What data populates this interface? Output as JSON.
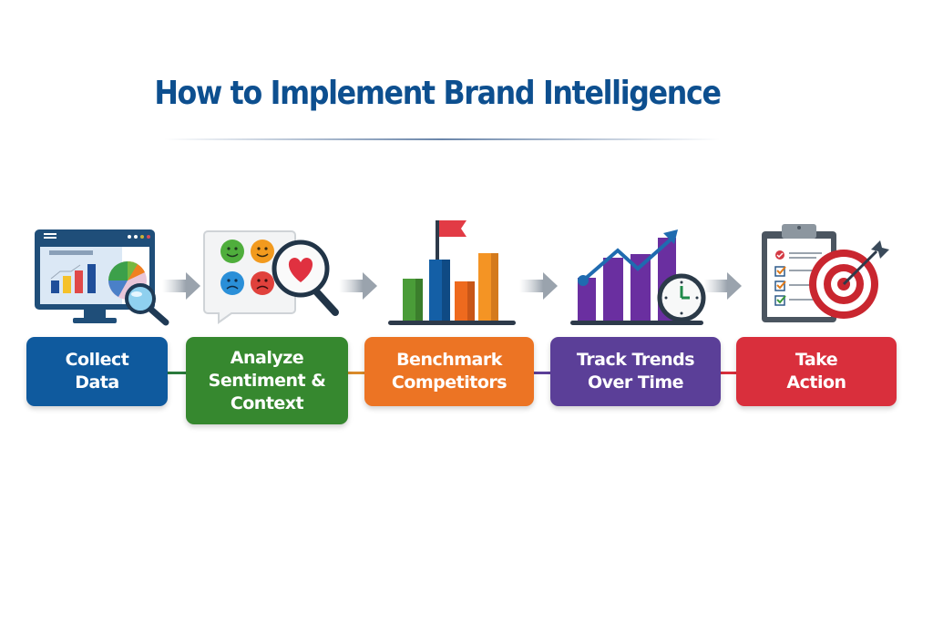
{
  "title": "How to Implement Brand Intelligence",
  "colors": {
    "title": "#0d4f8f",
    "step1": "#0f5a9e",
    "step2": "#36882f",
    "step3": "#ec7424",
    "step4": "#5b3f98",
    "step5": "#d92f3c",
    "arrow": "#9aa3ad"
  },
  "steps": [
    {
      "label_line1": "Collect",
      "label_line2": "Data",
      "label_line3": "",
      "icon": "monitor-analytics-magnifier-icon"
    },
    {
      "label_line1": "Analyze",
      "label_line2": "Sentiment &",
      "label_line3": "Context",
      "icon": "sentiment-emoji-heart-magnifier-icon"
    },
    {
      "label_line1": "Benchmark",
      "label_line2": "Competitors",
      "label_line3": "",
      "icon": "bar-chart-flag-icon"
    },
    {
      "label_line1": "Track Trends",
      "label_line2": "Over Time",
      "label_line3": "",
      "icon": "trend-chart-clock-icon"
    },
    {
      "label_line1": "Take",
      "label_line2": "Action",
      "label_line3": "",
      "icon": "checklist-target-icon"
    }
  ]
}
